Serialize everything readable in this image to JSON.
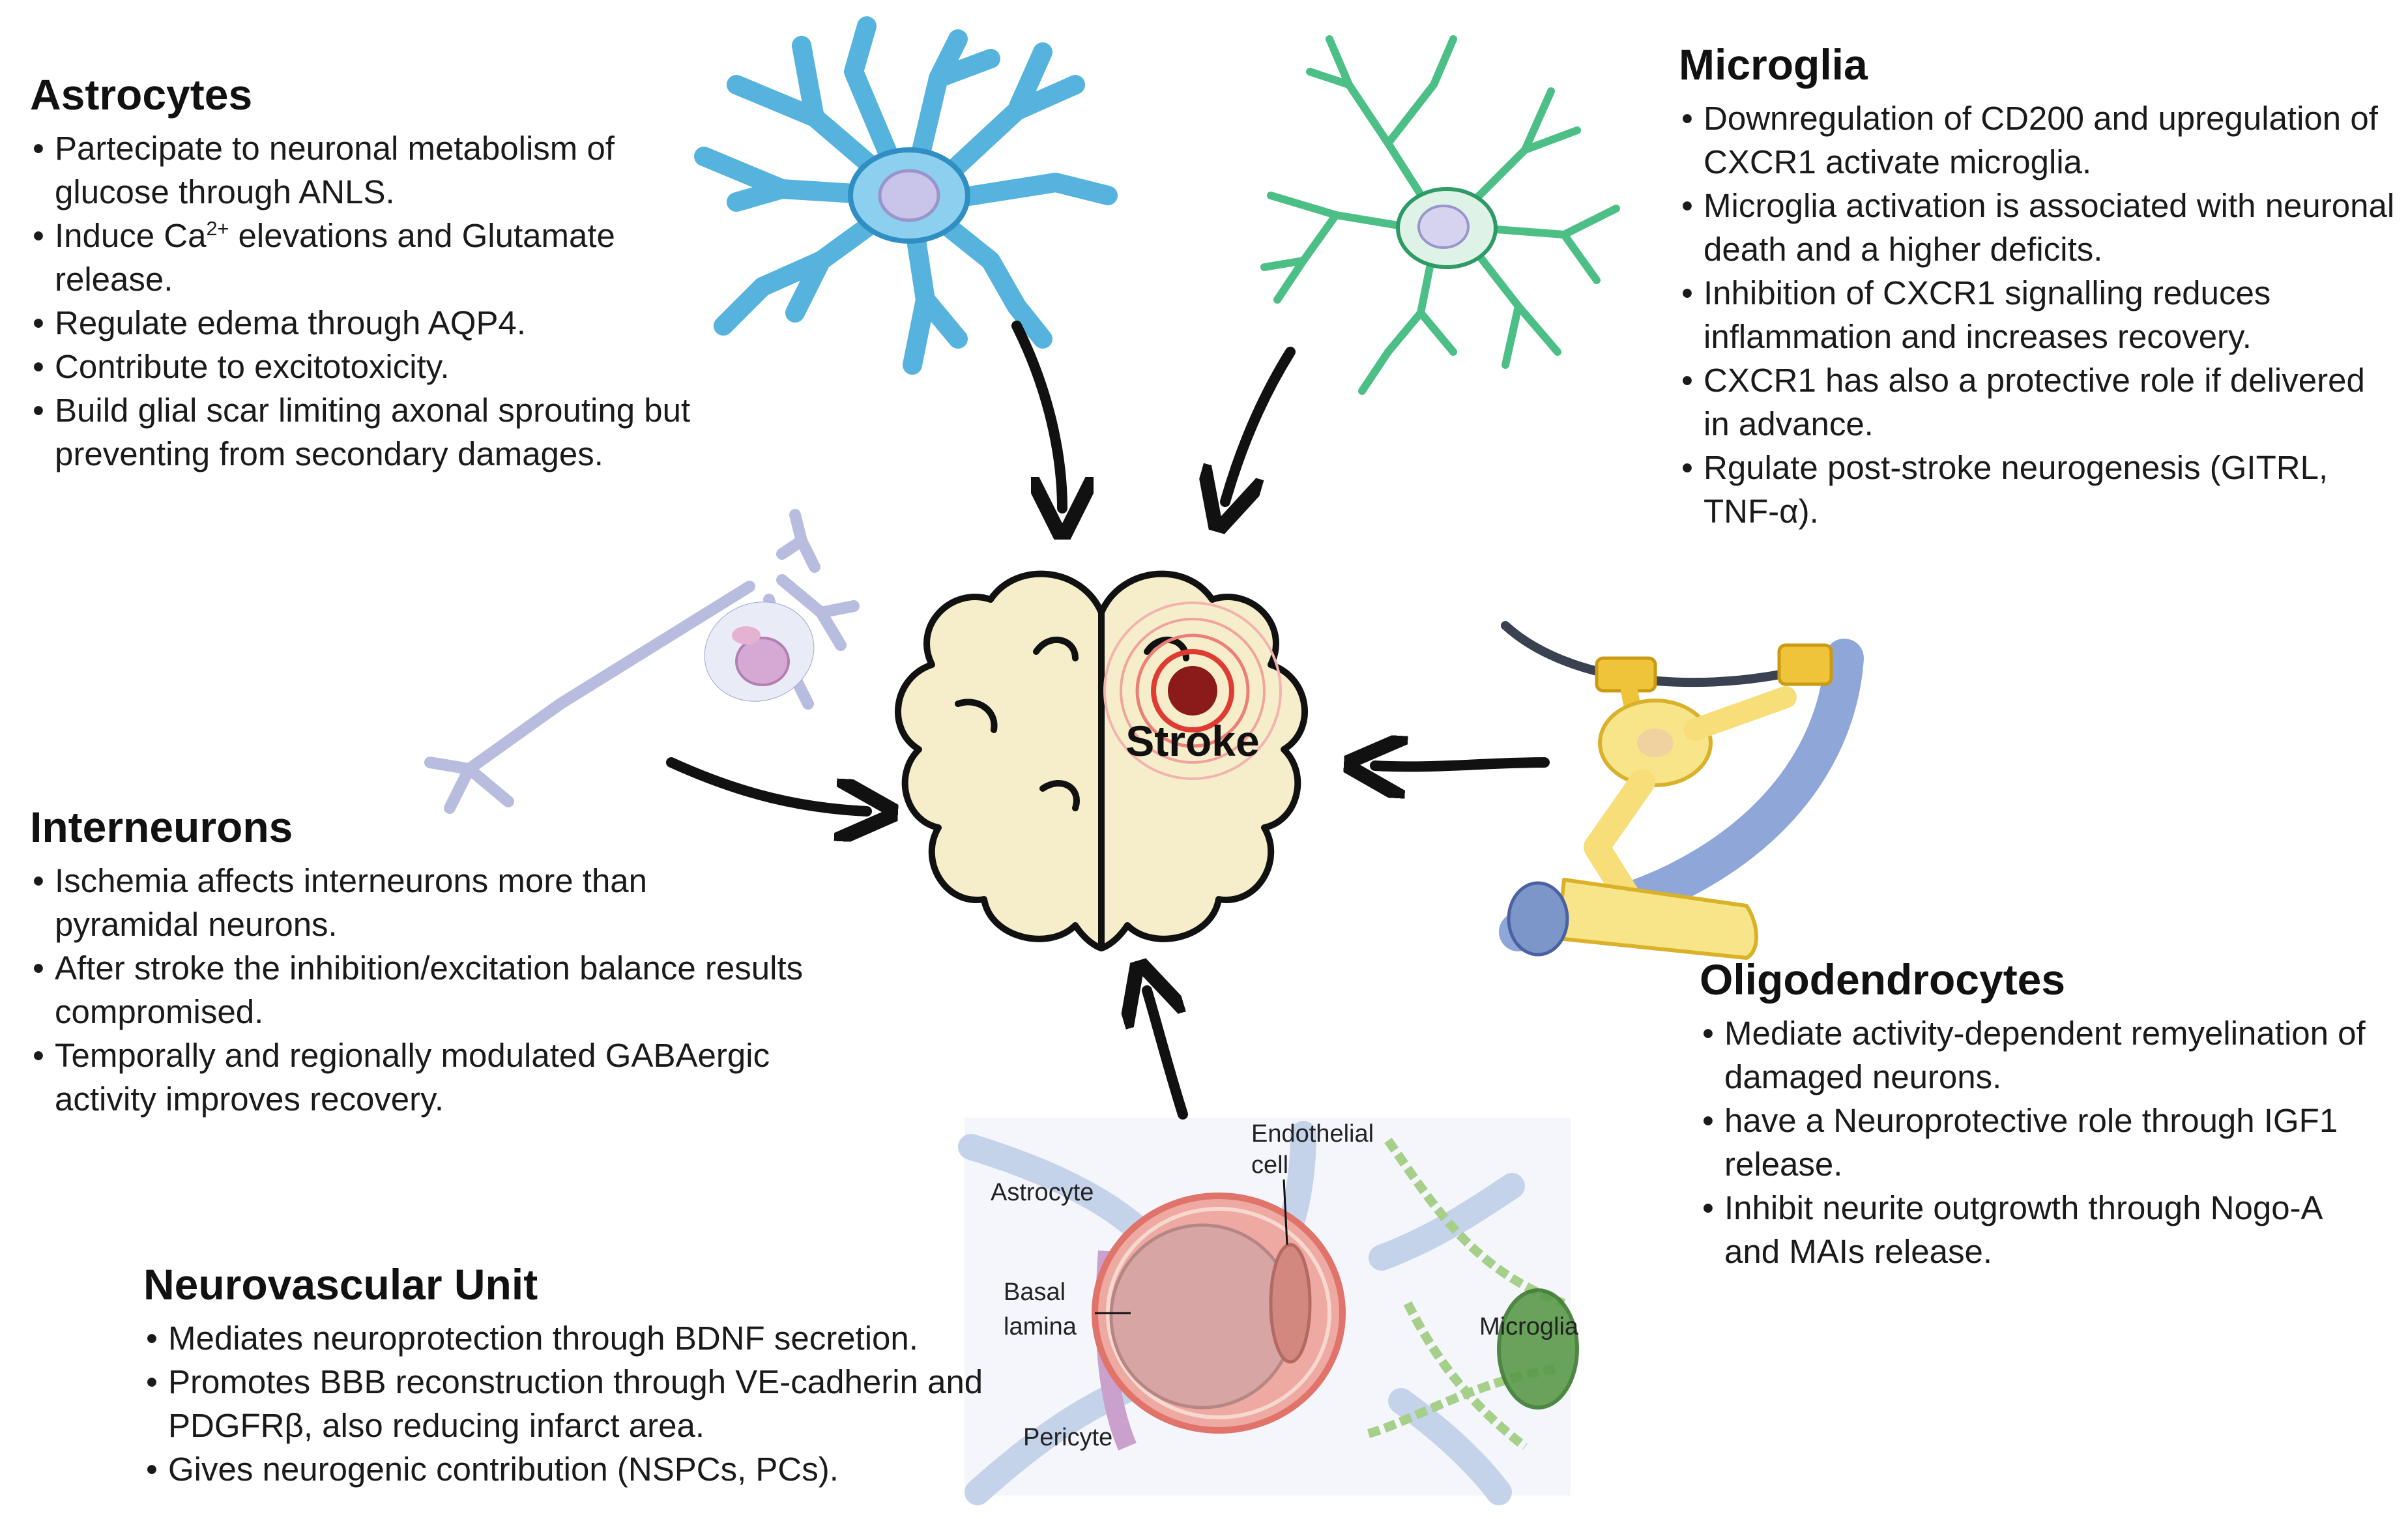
{
  "center": {
    "label": "Stroke"
  },
  "astrocytes": {
    "title": "Astrocytes",
    "items": [
      "Partecipate to neuronal metabolism of glucose through ANLS.",
      "Induce Ca²⁺ elevations and Glutamate release.",
      "Regulate edema through AQP4.",
      "Contribute to excitotoxicity.",
      "Build glial scar limiting axonal sprouting but preventing from secondary damages."
    ],
    "ca_text": "Ca",
    "ca_sup": "2+",
    "ca_rest": " elevations and Glutamate release.",
    "ca_prefix": "Induce "
  },
  "microglia": {
    "title": "Microglia",
    "items": [
      "Downregulation of CD200 and upregulation of CXCR1 activate microglia.",
      "Microglia activation is associated with neuronal death and a higher deficits.",
      "Inhibition of CXCR1 signalling reduces inflammation and increases recovery.",
      "CXCR1 has also a protective role if delivered in advance.",
      "Rgulate post-stroke neurogenesis (GITRL, TNF-α)."
    ]
  },
  "interneurons": {
    "title": "Interneurons",
    "items": [
      "Ischemia affects interneurons more than pyramidal neurons.",
      "After stroke the inhibition/excitation balance results compromised.",
      "Temporally and regionally modulated GABAergic activity improves recovery."
    ]
  },
  "oligodendrocytes": {
    "title": "Oligodendrocytes",
    "items": [
      "Mediate activity-dependent remyelination of damaged neurons.",
      "have a Neuroprotective role through IGF1 release.",
      "Inhibit neurite outgrowth through Nogo-A and MAIs release."
    ]
  },
  "neurovascular": {
    "title": "Neurovascular Unit",
    "items": [
      "Mediates neuroprotection through BDNF secretion.",
      "Promotes BBB reconstruction through VE-cadherin and PDGFRβ, also reducing infarct area.",
      "Gives neurogenic contribution (NSPCs, PCs)."
    ],
    "labels": {
      "endothelial_line1": "Endothelial",
      "endothelial_line2": "cell",
      "astrocyte": "Astrocyte",
      "basal_line1": "Basal",
      "basal_line2": "lamina",
      "microglia": "Microglia",
      "pericyte": "Pericyte"
    }
  },
  "colors": {
    "brain_fill": "#f6eecb",
    "stroke_core": "#8b1a1a",
    "stroke_ring": "#e8564f",
    "astrocyte": "#3fa3d2",
    "microglia": "#3aa36e",
    "interneuron": "#c9cde8",
    "oligodendrocyte": "#f2c94c"
  }
}
